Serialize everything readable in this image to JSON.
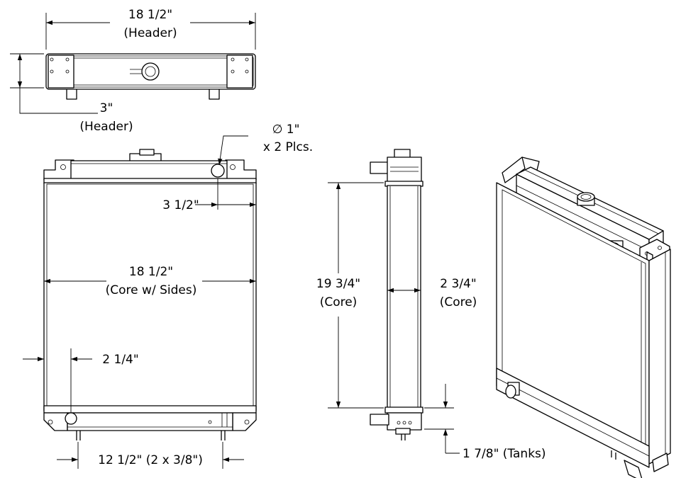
{
  "dimensions": {
    "header_width": {
      "value": "18 1/2\"",
      "note": "(Header)"
    },
    "header_depth": {
      "value": "3\"",
      "note": "(Header)"
    },
    "inlet_diameter": {
      "value": "∅ 1\"",
      "note": "x 2 Plcs."
    },
    "inlet_offset": {
      "value": "3 1/2\""
    },
    "core_width": {
      "value": "18 1/2\"",
      "note": "(Core w/ Sides)"
    },
    "outlet_offset": {
      "value": "2 1/4\""
    },
    "stud_spacing": {
      "value": "12 1/2\" (2 x 3/8\")"
    },
    "core_height": {
      "value": "19 3/4\"",
      "note": "(Core)"
    },
    "core_depth": {
      "value": "2 3/4\"",
      "note": "(Core)"
    },
    "tank_height": {
      "value": "1 7/8\" (Tanks)"
    }
  }
}
